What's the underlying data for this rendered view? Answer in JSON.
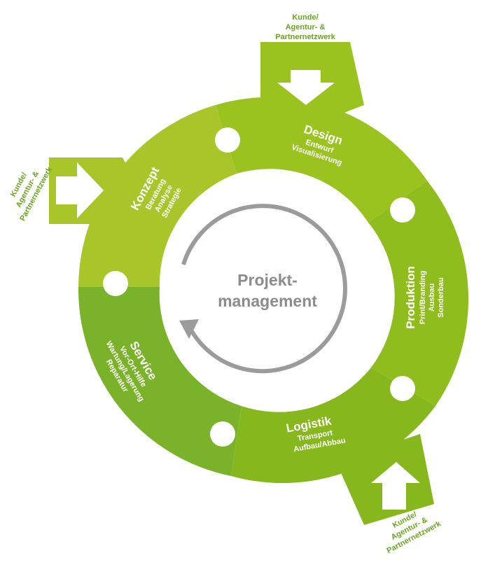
{
  "colors": {
    "konzept": "#a8c62a",
    "design": "#9bc31f",
    "produktion": "#8fbd1e",
    "logistik": "#86b81e",
    "service": "#7ab32a",
    "ring": "#9b9b9b",
    "center_text": "#8c8c8c",
    "external_text": "#6aa51f"
  },
  "center": {
    "line1": "Projekt-",
    "line2": "management"
  },
  "segments": {
    "konzept": {
      "title": "Konzept",
      "items": [
        "Beratung",
        "Analyse",
        "Strategie"
      ]
    },
    "design": {
      "title": "Design",
      "items": [
        "Entwurf",
        "Visualisierung"
      ]
    },
    "produktion": {
      "title": "Produktion",
      "items": [
        "Print/Branding",
        "Ausbau",
        "Sonderbau"
      ]
    },
    "logistik": {
      "title": "Logistik",
      "items": [
        "Transport",
        "Aufbau/Abbau"
      ]
    },
    "service": {
      "title": "Service",
      "items": [
        "Vor-Ort-Hilfe",
        "Wartung/Lagerung",
        "Reparatur"
      ]
    }
  },
  "external": {
    "top": [
      "Kunde/",
      "Agentur- &",
      "Partnernetzwerk"
    ],
    "left": [
      "Kunde/",
      "Agentur- &",
      "Partnernetzwerk"
    ],
    "bottom_right": [
      "Kunde/",
      "Agentur- &",
      "Partnernetzwerk"
    ]
  },
  "icons": [
    "arrow-down-icon",
    "arrow-right-icon",
    "arrow-up-icon",
    "cycle-arrow-icon"
  ]
}
